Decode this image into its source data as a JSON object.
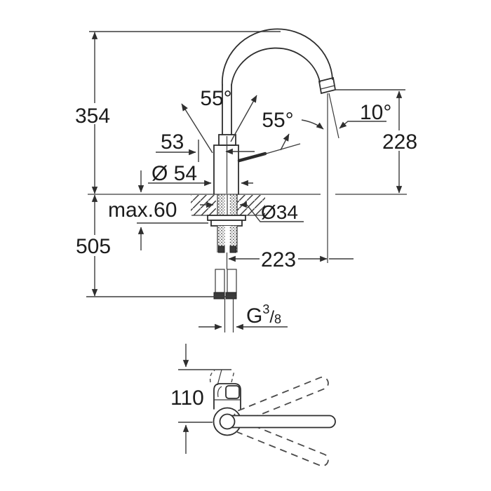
{
  "drawing": {
    "title": "Kitchen mixer tap dimensional drawing",
    "views": [
      "side-elevation",
      "top-view-handle-swivel"
    ],
    "background_color": "#ffffff",
    "line_color": "#2e2e2e",
    "dimension_line_color": "#3c3c3c",
    "text_color": "#1c1c1c"
  },
  "dimensions": {
    "total_height": "354",
    "handle_angle_left": "55°",
    "handle_angle_right": "55°",
    "outlet_angle": "10°",
    "outlet_height": "228",
    "handle_offset": "53",
    "body_diameter": "Ø 54",
    "deck_thickness_max": "max.60",
    "hole_diameter": "Ø34",
    "hose_length": "505",
    "spout_reach": "223",
    "thread_prefix": "G",
    "thread_numerator": "3",
    "thread_slash": "/",
    "thread_denominator": "8",
    "handle_swivel_width": "110"
  }
}
